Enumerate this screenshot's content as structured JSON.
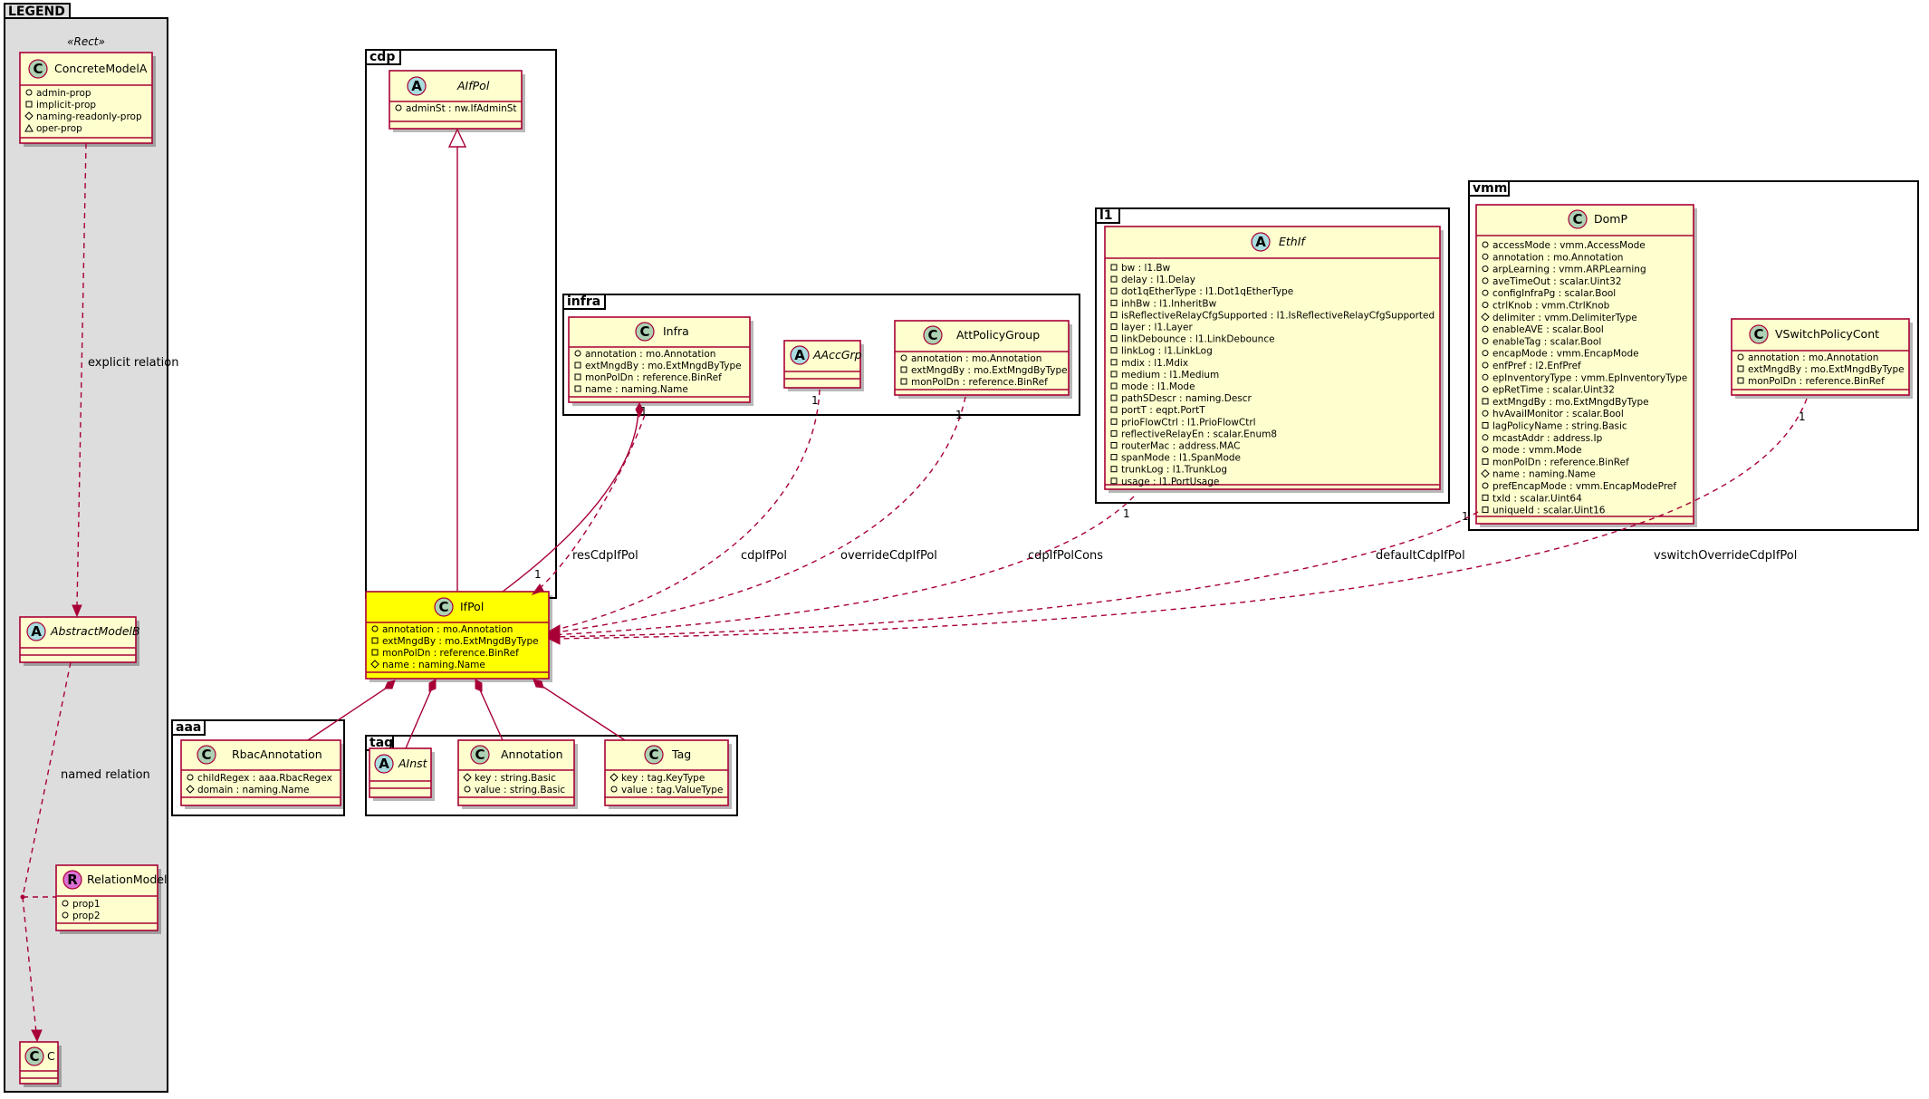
{
  "packages": {
    "legend": "LEGEND",
    "cdp": "cdp",
    "infra": "infra",
    "l1": "l1",
    "vmm": "vmm",
    "aaa": "aaa",
    "tag": "tag"
  },
  "legend": {
    "stereotype": "«Rect»",
    "concrete": {
      "name": "ConcreteModelA",
      "attrs": [
        "admin-prop",
        "implicit-prop",
        "naming-readonly-prop",
        "oper-prop"
      ]
    },
    "abstract": {
      "name": "AbstractModelB"
    },
    "relation": {
      "name": "RelationModel",
      "attrs": [
        "prop1",
        "prop2"
      ]
    },
    "c": {
      "name": "C"
    },
    "explicit_label": "explicit relation",
    "named_label": "named relation"
  },
  "classes": {
    "aifpol": {
      "name": "AIfPol",
      "attrs": [
        "adminSt : nw.IfAdminSt"
      ]
    },
    "ifpol": {
      "name": "IfPol",
      "attrs": [
        "annotation : mo.Annotation",
        "extMngdBy : mo.ExtMngdByType",
        "monPolDn : reference.BinRef",
        "name : naming.Name"
      ]
    },
    "infra": {
      "name": "Infra",
      "attrs": [
        "annotation : mo.Annotation",
        "extMngdBy : mo.ExtMngdByType",
        "monPolDn : reference.BinRef",
        "name : naming.Name"
      ]
    },
    "aaccgrp": {
      "name": "AAccGrp"
    },
    "attpolicygroup": {
      "name": "AttPolicyGroup",
      "attrs": [
        "annotation : mo.Annotation",
        "extMngdBy : mo.ExtMngdByType",
        "monPolDn : reference.BinRef"
      ]
    },
    "ethif": {
      "name": "EthIf",
      "attrs": [
        "bw : l1.Bw",
        "delay : l1.Delay",
        "dot1qEtherType : l1.Dot1qEtherType",
        "inhBw : l1.InheritBw",
        "isReflectiveRelayCfgSupported : l1.IsReflectiveRelayCfgSupported",
        "layer : l1.Layer",
        "linkDebounce : l1.LinkDebounce",
        "linkLog : l1.LinkLog",
        "mdix : l1.Mdix",
        "medium : l1.Medium",
        "mode : l1.Mode",
        "pathSDescr : naming.Descr",
        "portT : eqpt.PortT",
        "prioFlowCtrl : l1.PrioFlowCtrl",
        "reflectiveRelayEn : scalar.Enum8",
        "routerMac : address.MAC",
        "spanMode : l1.SpanMode",
        "trunkLog : l1.TrunkLog",
        "usage : l1.PortUsage"
      ]
    },
    "domp": {
      "name": "DomP",
      "attrs": [
        "accessMode : vmm.AccessMode",
        "annotation : mo.Annotation",
        "arpLearning : vmm.ARPLearning",
        "aveTimeOut : scalar.Uint32",
        "configInfraPg : scalar.Bool",
        "ctrlKnob : vmm.CtrlKnob",
        "delimiter : vmm.DelimiterType",
        "enableAVE : scalar.Bool",
        "enableTag : scalar.Bool",
        "encapMode : vmm.EncapMode",
        "enfPref : l2.EnfPref",
        "epInventoryType : vmm.EpInventoryType",
        "epRetTime : scalar.Uint32",
        "extMngdBy : mo.ExtMngdByType",
        "hvAvailMonitor : scalar.Bool",
        "lagPolicyName : string.Basic",
        "mcastAddr : address.Ip",
        "mode : vmm.Mode",
        "monPolDn : reference.BinRef",
        "name : naming.Name",
        "prefEncapMode : vmm.EncapModePref",
        "txId : scalar.Uint64",
        "uniqueId : scalar.Uint16"
      ]
    },
    "vswitch": {
      "name": "VSwitchPolicyCont",
      "attrs": [
        "annotation : mo.Annotation",
        "extMngdBy : mo.ExtMngdByType",
        "monPolDn : reference.BinRef"
      ]
    },
    "rbac": {
      "name": "RbacAnnotation",
      "attrs": [
        "childRegex : aaa.RbacRegex",
        "domain : naming.Name"
      ]
    },
    "ainst": {
      "name": "AInst"
    },
    "annotation": {
      "name": "Annotation",
      "attrs": [
        "key : string.Basic",
        "value : string.Basic"
      ]
    },
    "tag": {
      "name": "Tag",
      "attrs": [
        "key : tag.KeyType",
        "value : tag.ValueType"
      ]
    }
  },
  "relations": {
    "rescdp": "resCdpIfPol",
    "cdpifpol": "cdpIfPol",
    "override": "overrideCdpIfPol",
    "cons": "cdpIfPolCons",
    "default": "defaultCdpIfPol",
    "vswitch": "vswitchOverrideCdpIfPol",
    "one": "1"
  }
}
